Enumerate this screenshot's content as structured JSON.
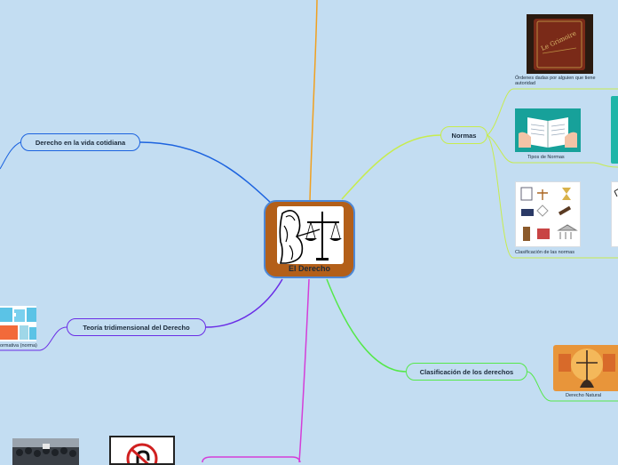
{
  "central": {
    "title": "El Derecho"
  },
  "nodes": {
    "vida_cotidiana": "Derecho en la vida cotidiana",
    "normas": "Normas",
    "teoria": "Teoría tridimensional del Derecho",
    "clasificacion": "Clasificación de los derechos"
  },
  "captions": {
    "ordenes": "Órdenes dadas por alguien que tiene autoridad",
    "tipos": "Tipos de Normas",
    "clasif_normas": "Clasificación de las normas",
    "normativa": "ormativa (norma)",
    "natural": "Derecho Natural"
  },
  "book_text": "Le Grimoire",
  "colors": {
    "background": "#c3ddf2",
    "central_fill": "#b35f19",
    "central_border": "#4d88d6",
    "branch_top": "#f0a020",
    "branch_vida": "#1c63df",
    "branch_normas": "#c7ec4e",
    "branch_teoria": "#6a2de6",
    "branch_clasif": "#55e84a",
    "branch_bottom": "#d43ed8"
  }
}
